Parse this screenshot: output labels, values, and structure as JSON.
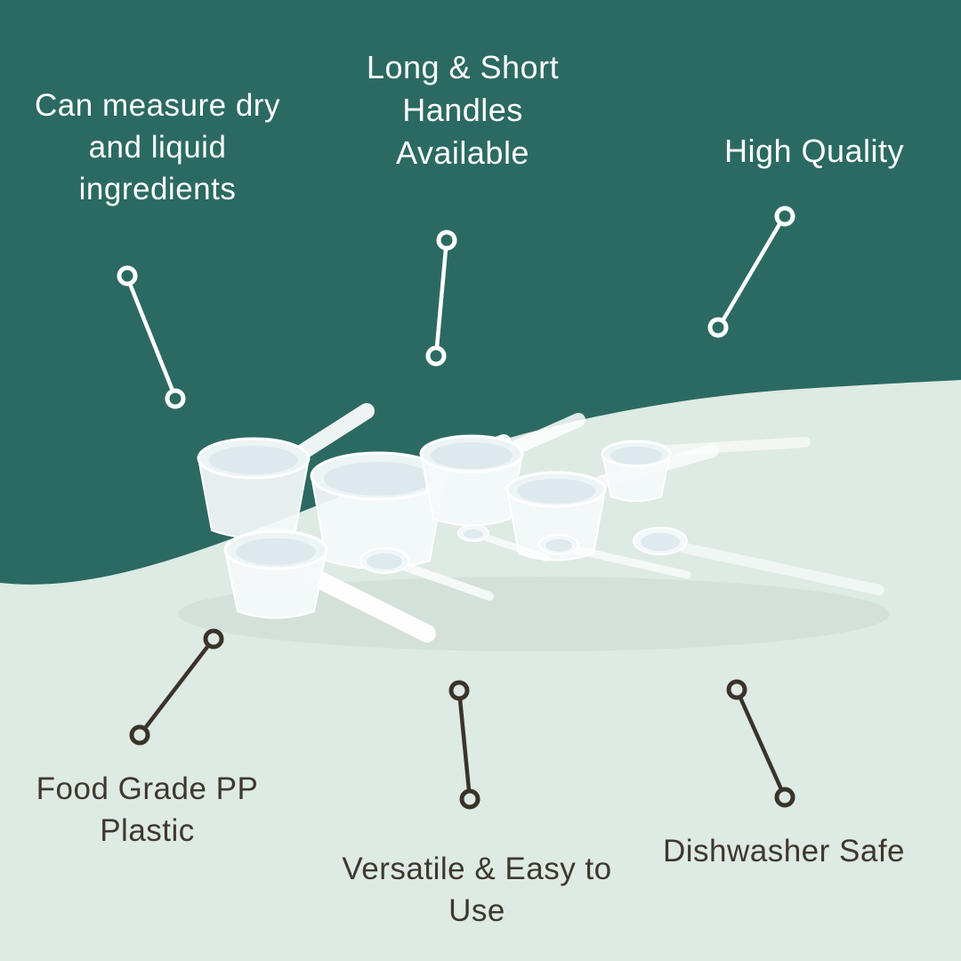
{
  "page": {
    "background_top_color": "#2B6A62",
    "background_bottom_color": "#DEEAE4",
    "light_text_color": "#FFFFFF",
    "dark_text_color": "#3E382E",
    "connector_light_color": "#FFFFFF",
    "connector_dark_color": "#3A332A"
  },
  "product": {
    "alt": "Set of white plastic measuring scoops and spoons with long and short handles"
  },
  "callouts": [
    {
      "id": "measure",
      "label": "Can measure dry\nand liquid\ningredients"
    },
    {
      "id": "handles",
      "label": "Long & Short\nHandles\nAvailable"
    },
    {
      "id": "quality",
      "label": "High Quality"
    },
    {
      "id": "material",
      "label": "Food Grade PP\nPlastic"
    },
    {
      "id": "versatile",
      "label": "Versatile & Easy to\nUse"
    },
    {
      "id": "dishwasher",
      "label": "Dishwasher Safe"
    }
  ]
}
